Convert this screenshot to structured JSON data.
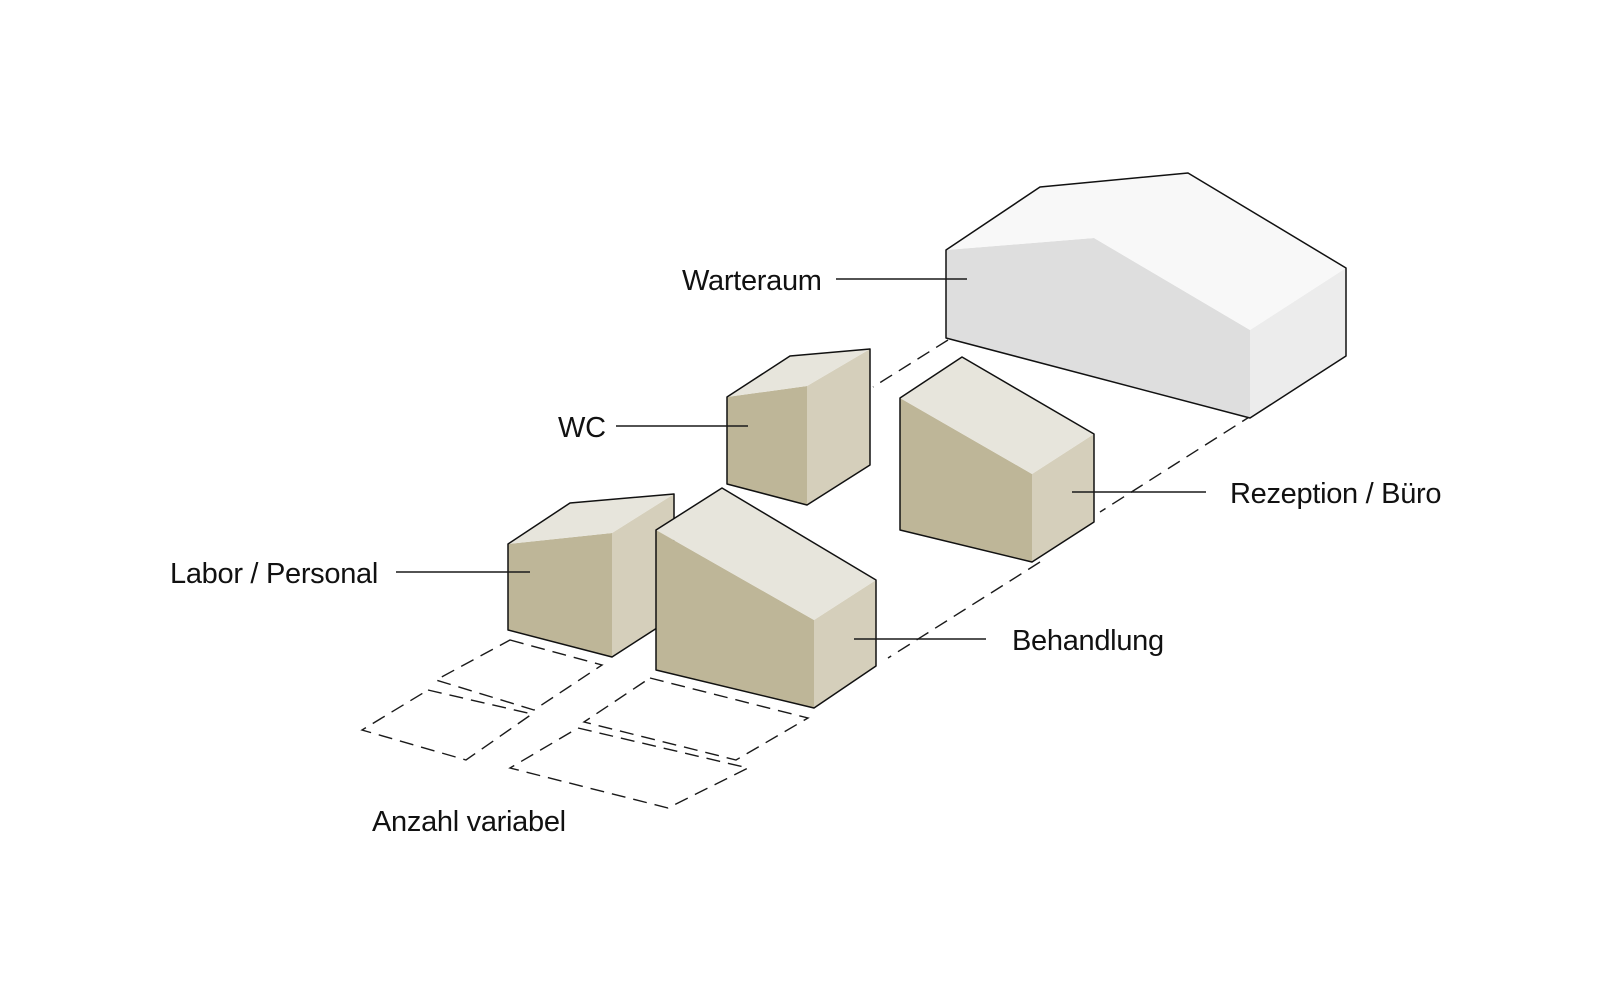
{
  "labels": {
    "warteraum": "Warteraum",
    "wc": "WC",
    "rezeption": "Rezeption / Büro",
    "labor": "Labor / Personal",
    "behandlung": "Behandlung",
    "anzahl": "Anzahl variabel"
  },
  "colors": {
    "module_front": "#beb698",
    "module_side": "#d5cfbb",
    "module_roof": "#e7e5dc",
    "waiting_front": "#dedede",
    "waiting_side": "#ececec",
    "waiting_roof": "#f8f8f8",
    "line": "#111111"
  }
}
